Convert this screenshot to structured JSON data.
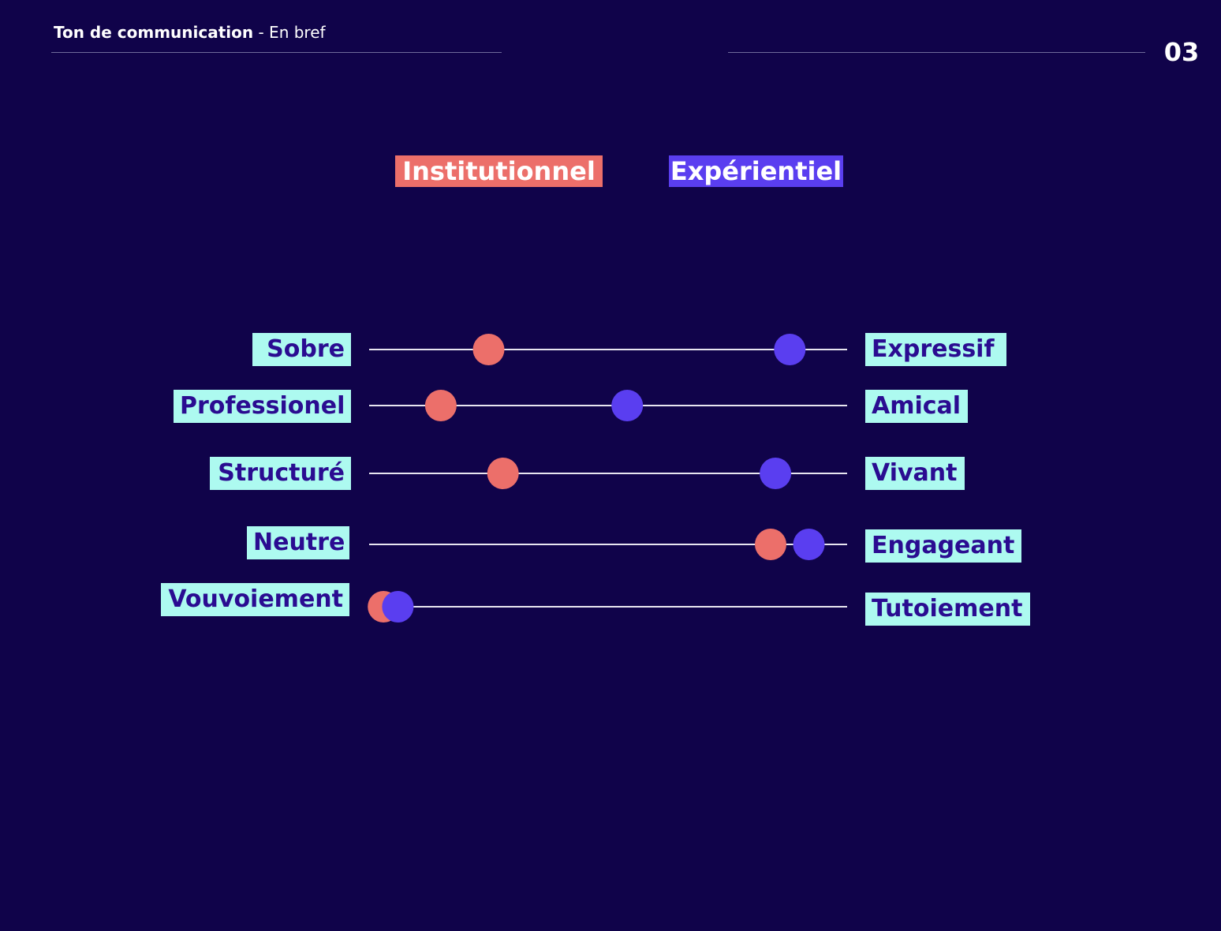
{
  "header": {
    "title_bold": "Ton de communication",
    "title_rest": " - En bref",
    "page_number": "03"
  },
  "colors": {
    "background": "#10034a",
    "institutionnel": "#ec6f6a",
    "experientiel": "#5a3ef0",
    "label_bg": "#adfaf0",
    "label_text": "#2a0c91",
    "track": "#e8e6f0"
  },
  "chart_data": {
    "type": "scatter",
    "title": "",
    "xlabel": "",
    "ylabel": "",
    "xlim": [
      0,
      1
    ],
    "grid": false,
    "legend": "top-center",
    "series": [
      {
        "name": "Institutionnel",
        "color": "#ec6f6a",
        "values": [
          0.25,
          0.15,
          0.28,
          0.84,
          0.03
        ]
      },
      {
        "name": "Expérientiel",
        "color": "#5a3ef0",
        "values": [
          0.88,
          0.54,
          0.85,
          0.92,
          0.06
        ]
      }
    ],
    "scales": [
      {
        "left": "Sobre",
        "right": "Expressif"
      },
      {
        "left": "Professionel",
        "right": "Amical"
      },
      {
        "left": "Structuré",
        "right": "Vivant"
      },
      {
        "left": "Neutre",
        "right": "Engageant"
      },
      {
        "left": "Vouvoiement",
        "right": "Tutoiement"
      }
    ]
  }
}
